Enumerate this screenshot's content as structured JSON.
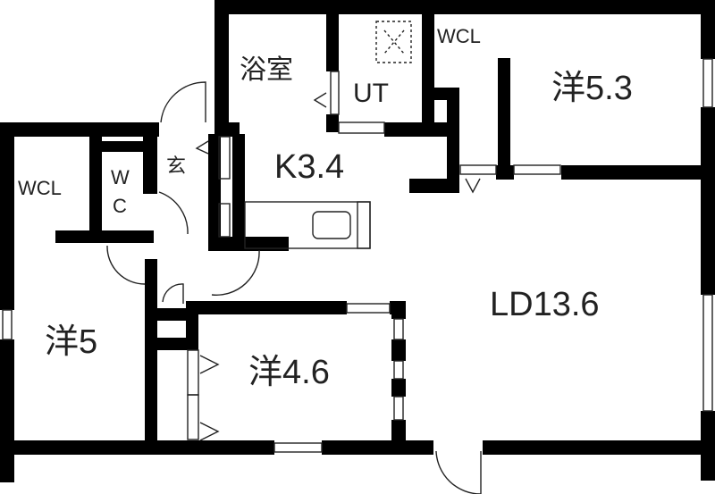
{
  "floor_plan": {
    "rooms": [
      {
        "id": "bath",
        "label": "浴室",
        "name": "Bathroom"
      },
      {
        "id": "ut",
        "label": "UT",
        "name": "Utility"
      },
      {
        "id": "wcl_top",
        "label": "WCL",
        "name": "Walk-in closet"
      },
      {
        "id": "western_53",
        "label": "洋5.3",
        "name": "Western room 5.3 tatami"
      },
      {
        "id": "genkan",
        "label": "玄",
        "name": "Entrance"
      },
      {
        "id": "kitchen",
        "label": "K3.4",
        "name": "Kitchen 3.4 tatami"
      },
      {
        "id": "wcl_left",
        "label": "WCL",
        "name": "Walk-in closet"
      },
      {
        "id": "wc_w",
        "label": "W",
        "name": "Toilet"
      },
      {
        "id": "wc_c",
        "label": "C",
        "name": "Toilet"
      },
      {
        "id": "western_5",
        "label": "洋5",
        "name": "Western room 5 tatami"
      },
      {
        "id": "western_46",
        "label": "洋4.6",
        "name": "Western room 4.6 tatami"
      },
      {
        "id": "ld",
        "label": "LD13.6",
        "name": "Living dining 13.6 tatami"
      }
    ],
    "colors": {
      "wall": "#000000",
      "background": "#ffffff",
      "line": "#222222"
    }
  }
}
